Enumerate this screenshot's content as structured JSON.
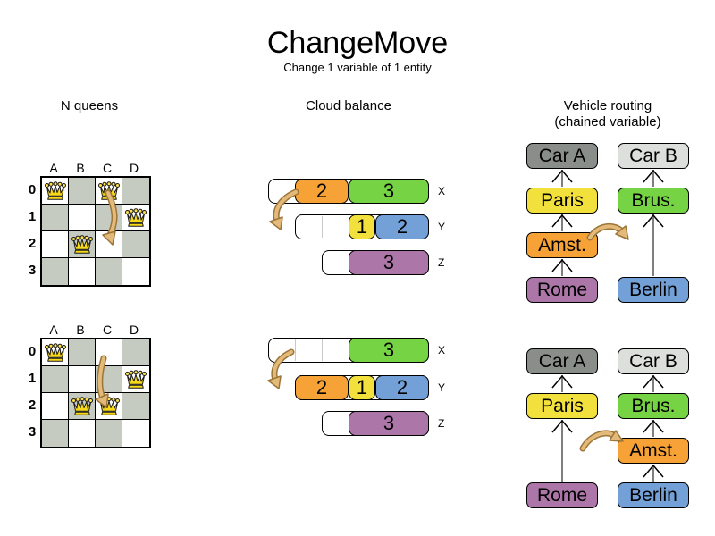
{
  "title": "ChangeMove",
  "subtitle": "Change 1 variable of 1 entity",
  "sections": {
    "nqueens": "N queens",
    "cloud": "Cloud balance",
    "vehicle_line1": "Vehicle routing",
    "vehicle_line2": "(chained variable)"
  },
  "colors": {
    "orange": "#f7a237",
    "green": "#76d343",
    "yellow": "#f2e03c",
    "blue": "#73a1d7",
    "purple": "#ac76a8",
    "carA": "#8a8e8a",
    "carB": "#dcdfdb",
    "board_dark": "#c6cbc1",
    "queen_gold": "#f7d917",
    "move_arrow_fill": "#e3ba7a",
    "move_arrow_outline": "#9c7538",
    "chain_line": "#7f7f7f"
  },
  "nqueens": {
    "columns": [
      "A",
      "B",
      "C",
      "D"
    ],
    "rows": [
      "0",
      "1",
      "2",
      "3"
    ],
    "boards": [
      {
        "queens": [
          {
            "col": 0,
            "row": 0
          },
          {
            "col": 2,
            "row": 0
          },
          {
            "col": 3,
            "row": 1
          },
          {
            "col": 1,
            "row": 2
          }
        ]
      },
      {
        "queens": [
          {
            "col": 0,
            "row": 0
          },
          {
            "col": 3,
            "row": 1
          },
          {
            "col": 1,
            "row": 2
          },
          {
            "col": 2,
            "row": 2
          }
        ]
      }
    ]
  },
  "cloud": {
    "diagrams": [
      {
        "rows": [
          {
            "label": "X",
            "capacity": 6,
            "blocks": [
              {
                "value": "2",
                "color": "orange",
                "units": 2
              },
              {
                "value": "3",
                "color": "green",
                "units": 3
              }
            ]
          },
          {
            "label": "Y",
            "capacity": 5,
            "blocks": [
              {
                "value": "1",
                "color": "yellow",
                "units": 1
              },
              {
                "value": "2",
                "color": "blue",
                "units": 2
              }
            ]
          },
          {
            "label": "Z",
            "capacity": 4,
            "blocks": [
              {
                "value": "3",
                "color": "purple",
                "units": 3
              }
            ]
          }
        ]
      },
      {
        "rows": [
          {
            "label": "X",
            "capacity": 6,
            "blocks": [
              {
                "value": "3",
                "color": "green",
                "units": 3
              }
            ]
          },
          {
            "label": "Y",
            "capacity": 5,
            "blocks": [
              {
                "value": "2",
                "color": "orange",
                "units": 2
              },
              {
                "value": "1",
                "color": "yellow",
                "units": 1
              },
              {
                "value": "2",
                "color": "blue",
                "units": 2
              }
            ]
          },
          {
            "label": "Z",
            "capacity": 4,
            "blocks": [
              {
                "value": "3",
                "color": "purple",
                "units": 3
              }
            ]
          }
        ]
      }
    ]
  },
  "vehicle": {
    "diagrams": [
      {
        "chains": [
          [
            {
              "label": "Car A",
              "color": "carA",
              "slot": 0
            },
            {
              "label": "Paris",
              "color": "yellow",
              "slot": 1
            },
            {
              "label": "Amst.",
              "color": "orange",
              "slot": 2
            },
            {
              "label": "Rome",
              "color": "purple",
              "slot": 3
            }
          ],
          [
            {
              "label": "Car B",
              "color": "carB",
              "slot": 0
            },
            {
              "label": "Brus.",
              "color": "green",
              "slot": 1
            },
            {
              "label": "Berlin",
              "color": "blue",
              "slot": 3
            }
          ]
        ]
      },
      {
        "chains": [
          [
            {
              "label": "Car A",
              "color": "carA",
              "slot": 0
            },
            {
              "label": "Paris",
              "color": "yellow",
              "slot": 1
            },
            {
              "label": "Rome",
              "color": "purple",
              "slot": 3
            }
          ],
          [
            {
              "label": "Car B",
              "color": "carB",
              "slot": 0
            },
            {
              "label": "Brus.",
              "color": "green",
              "slot": 1
            },
            {
              "label": "Amst.",
              "color": "orange",
              "slot": 2
            },
            {
              "label": "Berlin",
              "color": "blue",
              "slot": 3
            }
          ]
        ]
      }
    ]
  }
}
